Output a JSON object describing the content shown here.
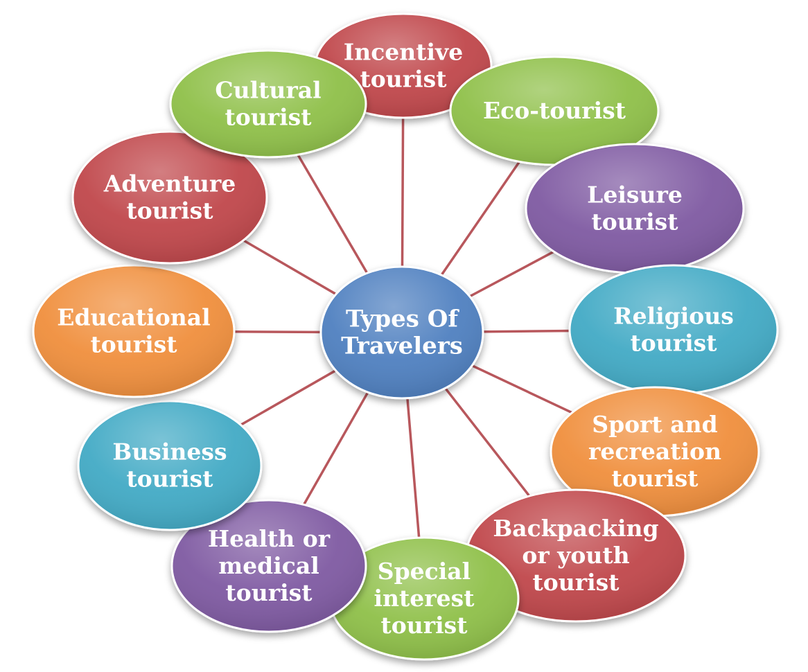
{
  "colors": {
    "red": "#c0474b",
    "green": "#8fc04a",
    "purple": "#7f5aa2",
    "blue": "#42aac5",
    "orange": "#f08f3e",
    "center": "#4f80c0",
    "connector": "#b8575c"
  },
  "center": {
    "lines": [
      "Types Of",
      "Travelers"
    ],
    "color": "center"
  },
  "nodes": [
    {
      "id": "incentive",
      "lines": [
        "Incentive",
        "tourist"
      ],
      "color": "red"
    },
    {
      "id": "eco",
      "lines": [
        "Eco-tourist"
      ],
      "color": "green"
    },
    {
      "id": "leisure",
      "lines": [
        "Leisure",
        "tourist"
      ],
      "color": "purple"
    },
    {
      "id": "religious",
      "lines": [
        "Religious",
        "tourist"
      ],
      "color": "blue"
    },
    {
      "id": "sport",
      "lines": [
        "Sport and",
        "recreation",
        "tourist"
      ],
      "color": "orange"
    },
    {
      "id": "backpacking",
      "lines": [
        "Backpacking",
        "or youth",
        "tourist"
      ],
      "color": "red"
    },
    {
      "id": "special-interest",
      "lines": [
        "Special",
        "interest",
        "tourist"
      ],
      "color": "green"
    },
    {
      "id": "health",
      "lines": [
        "Health or",
        "medical",
        "tourist"
      ],
      "color": "purple"
    },
    {
      "id": "business",
      "lines": [
        "Business",
        "tourist"
      ],
      "color": "blue"
    },
    {
      "id": "educational",
      "lines": [
        "Educational",
        "tourist"
      ],
      "color": "orange"
    },
    {
      "id": "adventure",
      "lines": [
        "Adventure",
        "tourist"
      ],
      "color": "red"
    },
    {
      "id": "cultural",
      "lines": [
        "Cultural",
        "tourist"
      ],
      "color": "green"
    }
  ]
}
